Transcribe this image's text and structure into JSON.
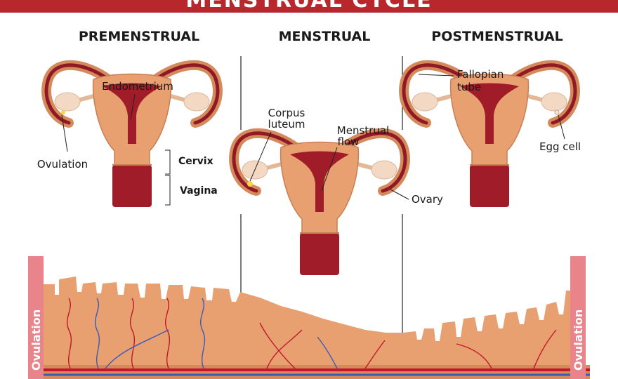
{
  "banner": {
    "title": "MENSTRUAL CYCLE"
  },
  "phases": {
    "premenstrual": "PREMENSTRUAL",
    "menstrual": "MENSTRUAL",
    "postmenstrual": "POSTMENSTRUAL"
  },
  "labels": {
    "endometrium": "Endometrium",
    "ovulation": "Ovulation",
    "cervix": "Cervix",
    "vagina": "Vagina",
    "corpus_luteum_1": "Corpus",
    "corpus_luteum_2": "luteum",
    "menstrual_flow_1": "Menstrual",
    "menstrual_flow_2": "flow",
    "ovary": "Ovary",
    "fallopian_tube_1": "Fallopian",
    "fallopian_tube_2": "tube",
    "egg_cell": "Egg cell"
  },
  "side_labels": {
    "left": "Ovulation",
    "right": "Ovulation"
  },
  "colors": {
    "banner": "#b8272b",
    "tissue": "#e8a070",
    "tissue_dark": "#d58a5c",
    "cavity": "#a01c28",
    "ovary": "#f3d9c4",
    "artery": "#c0182a",
    "vein": "#3a5ab8",
    "side_bar": "#e8848a"
  }
}
